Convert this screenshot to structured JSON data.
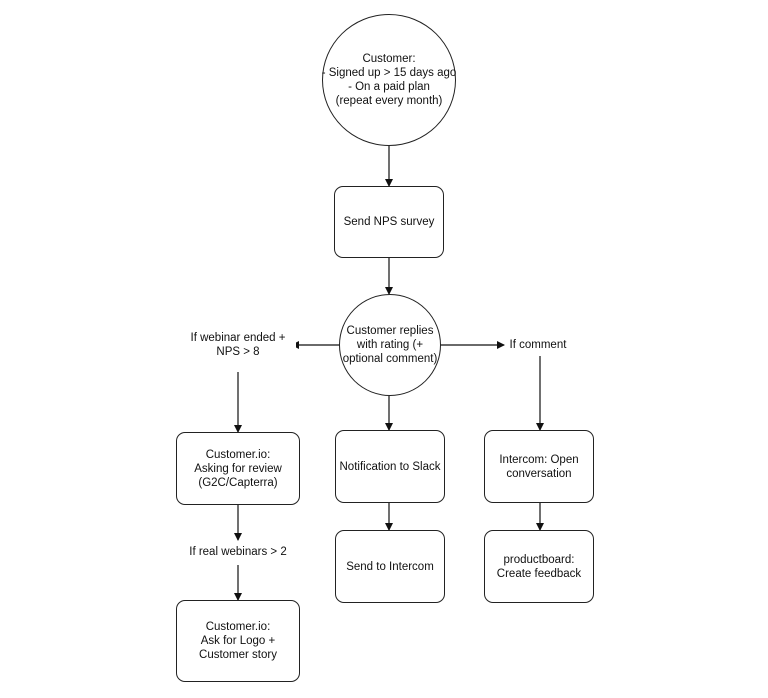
{
  "nodes": {
    "start": [
      "Customer:",
      "- Signed up > 15 days ago",
      "- On a paid plan",
      "(repeat every month)"
    ],
    "nps": [
      "Send NPS survey"
    ],
    "reply": [
      "Customer replies",
      "with rating (+",
      "optional comment)"
    ],
    "review": [
      "Customer.io:",
      "Asking for review",
      "(G2C/Capterra)"
    ],
    "slack": [
      "Notification to Slack"
    ],
    "intercom_send": [
      "Send to Intercom"
    ],
    "intercom_open": [
      "Intercom: Open",
      "conversation"
    ],
    "productboard": [
      "productboard:",
      "Create feedback"
    ],
    "logo": [
      "Customer.io:",
      "Ask for Logo +",
      "Customer story"
    ]
  },
  "labels": {
    "webinar": [
      "If webinar ended +",
      "NPS > 8"
    ],
    "comment": [
      "If comment"
    ],
    "real_webinars": [
      "If real webinars > 2"
    ]
  }
}
